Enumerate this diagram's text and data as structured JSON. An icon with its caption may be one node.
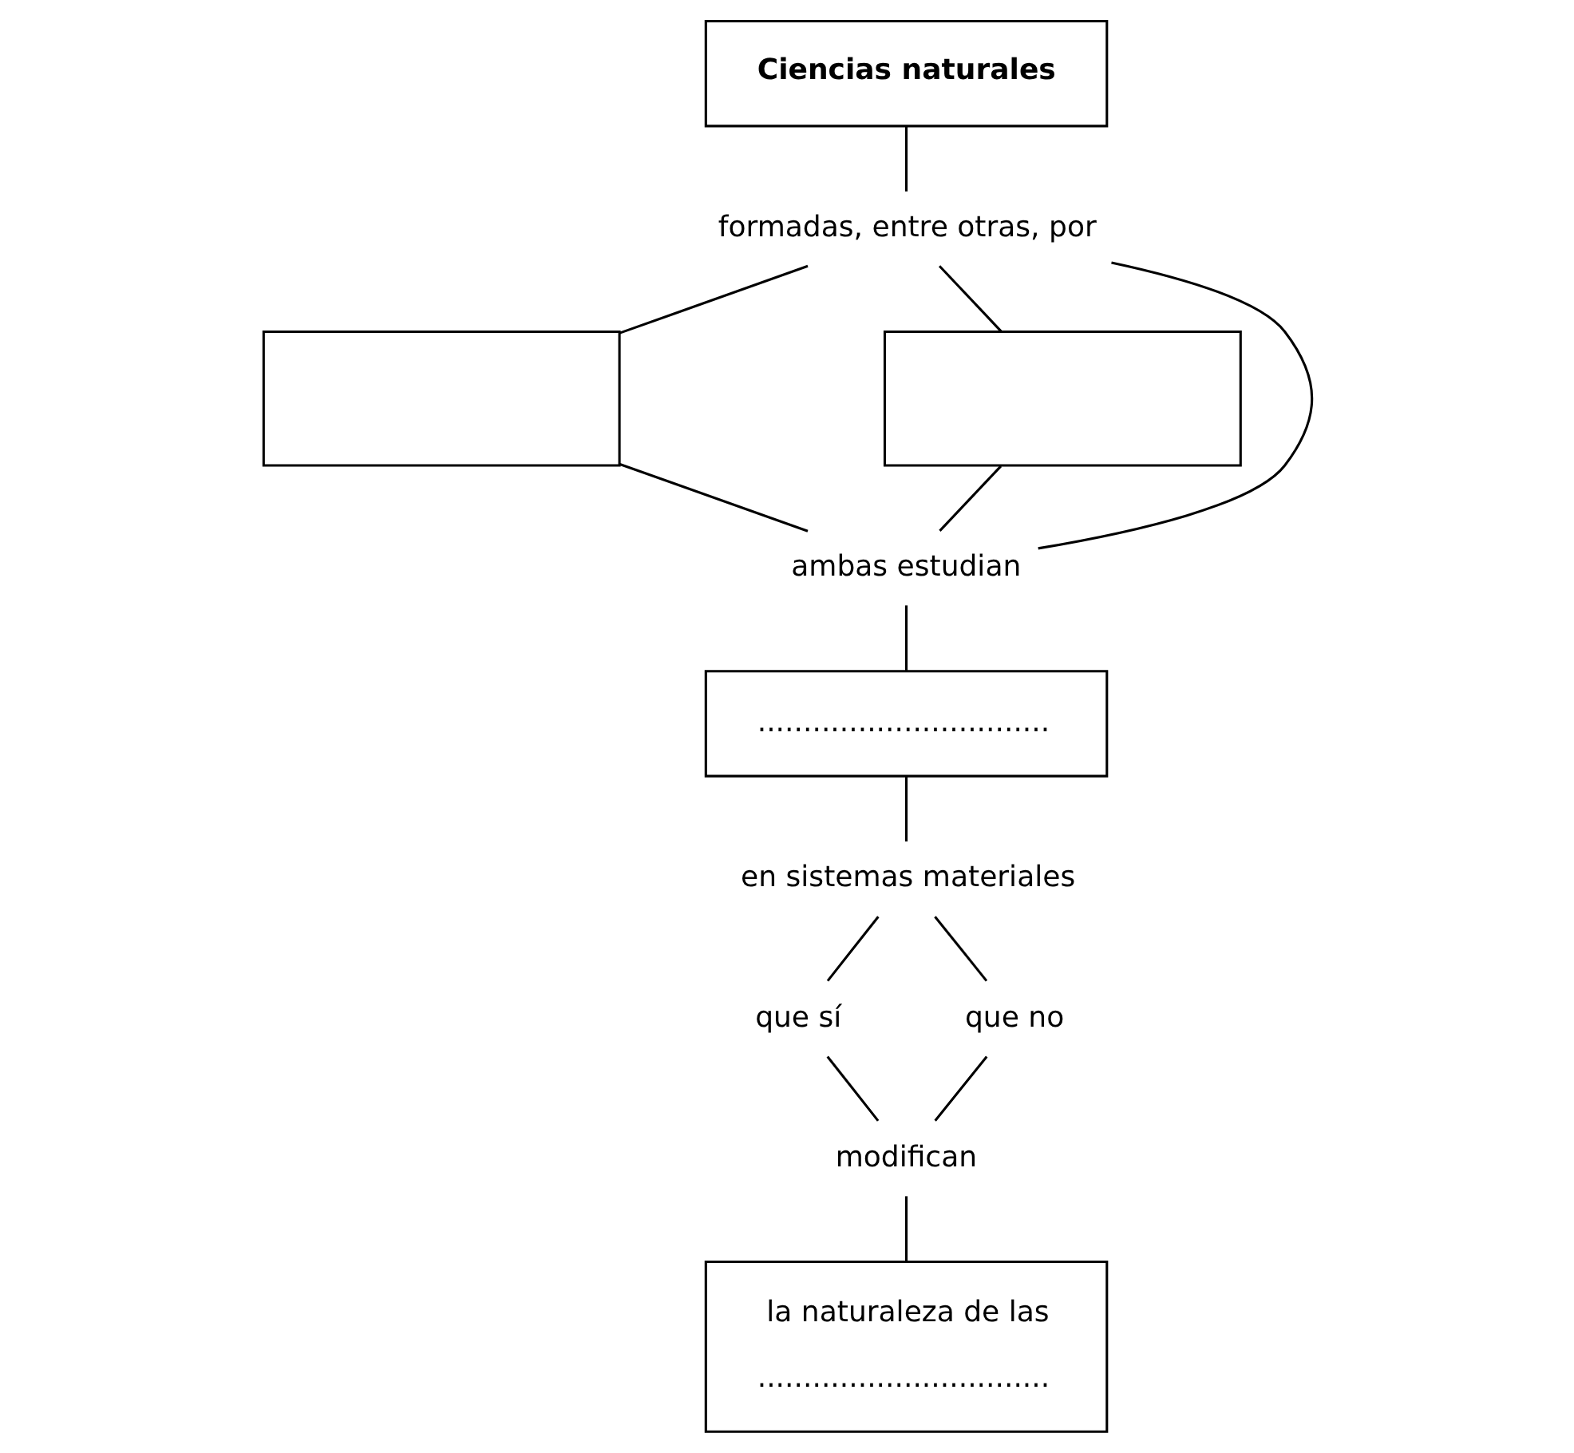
{
  "diagram": {
    "nodes": [
      {
        "text": [
          "Ciencias naturales"
        ]
      },
      {
        "text": [
          "formadas, entre otras, por"
        ]
      },
      {
        "text": [],
        "shape": "box"
      },
      {
        "text": [],
        "shape": "box"
      },
      {
        "text": [
          "ambas estudian"
        ]
      },
      {
        "text": [
          "................................"
        ]
      },
      {
        "text": [
          "en sistemas materiales"
        ]
      },
      {
        "text": [
          "que sí"
        ]
      },
      {
        "text": [
          "que no"
        ]
      },
      {
        "text": [
          "modifican"
        ]
      },
      {
        "text": [
          "la naturaleza de las",
          "................................"
        ]
      }
    ],
    "edges": [
      {
        "from": 0,
        "to": 1,
        "arrow": "none"
      },
      {
        "from": 1,
        "to": 2,
        "arrow": "none"
      },
      {
        "from": 1,
        "to": 4,
        "arrow": "none"
      },
      {
        "from": 1,
        "to": 3,
        "arrow": "none"
      },
      {
        "from": 2,
        "to": 4,
        "arrow": "none"
      },
      {
        "from": 3,
        "to": 4,
        "arrow": "none"
      },
      {
        "from": 4,
        "to": 5,
        "arrow": "none"
      },
      {
        "from": 5,
        "to": 6,
        "arrow": "none"
      },
      {
        "from": 6,
        "to": 7,
        "arrow": "none"
      },
      {
        "from": 6,
        "to": 8,
        "arrow": "none"
      },
      {
        "from": 7,
        "to": 9,
        "arrow": "none"
      },
      {
        "from": 8,
        "to": 9,
        "arrow": "none"
      },
      {
        "from": 9,
        "to": 10,
        "arrow": "none"
      }
    ]
  }
}
